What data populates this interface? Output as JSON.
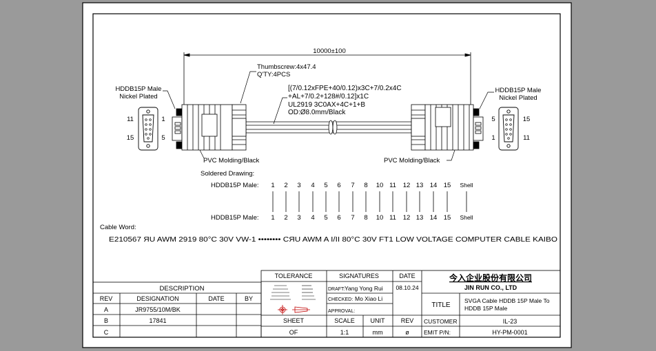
{
  "dimension": "10000±100",
  "thumbscrew": {
    "line1": "Thumbscrew:4x47.4",
    "line2": "Q'TY:4PCS"
  },
  "cable_spec": {
    "line1": "[(7/0.12xFPE+40/0.12)x3C+7/0.2x4C",
    "line2": "+AL+7/0.2+128#/0.12]x1C",
    "line3": "UL2919  3C0AX+4C+1+B",
    "line4": "OD:Ø8.0mm/Black"
  },
  "left_connector": {
    "title1": "HDDB15P Male",
    "title2": "Nickel Plated",
    "pin_tl": "11",
    "pin_tr": "1",
    "pin_bl": "15",
    "pin_br": "5"
  },
  "right_connector": {
    "title1": "HDDB15P Male",
    "title2": "Nickel Plated",
    "pin_tl": "5",
    "pin_tr": "15",
    "pin_bl": "1",
    "pin_br": "11"
  },
  "molding_left": "PVC Molding/Black",
  "molding_right": "PVC Molding/Black",
  "soldered_title": "Soldered Drawing:",
  "row_top_label": "HDDB15P Male:",
  "row_bottom_label": "HDDB15P Male:",
  "pins": [
    "1",
    "2",
    "3",
    "4",
    "5",
    "6",
    "7",
    "8",
    "10",
    "11",
    "12",
    "13",
    "14",
    "15",
    "Shell"
  ],
  "cable_word_label": "Cable Word:",
  "cable_word": "E210567 ЯU AWM 2919 80°C 30V VW-1 •••••••• CЯU AWM A I/II 80°C 30V FT1 LOW VOLTAGE COMPUTER CABLE KAIBO",
  "title_block": {
    "description": "DESCRIPTION",
    "headers": {
      "rev": "REV",
      "designation": "DESIGNATION",
      "date": "DATE",
      "by": "BY"
    },
    "rows": [
      {
        "rev": "A",
        "designation": "JR9755/10M/BK"
      },
      {
        "rev": "B",
        "designation": "17841"
      },
      {
        "rev": "C",
        "designation": ""
      }
    ],
    "tolerance": "TOLERANCE",
    "signatures": "SIGNATURES",
    "date_label": "DATE",
    "date_value": "08.10.24",
    "draft": "DRAFT:",
    "draft_name": "Yang Yong Rui",
    "checked": "CHECKED:",
    "checked_name": "Mo Xiao Li",
    "approval": "APPROVAL:",
    "sheet_label": "SHEET",
    "sheet_value": "OF",
    "scale_label": "SCALE",
    "scale_value": "1:1",
    "unit_label": "UNIT",
    "unit_value": "mm",
    "rev_label": "REV",
    "rev_value": "ø",
    "company_cn": "今入企业股份有限公司",
    "company_en": "JIN RUN CO., LTD",
    "title_label": "TITLE",
    "title_line1": "SVGA Cable HDDB 15P Male To",
    "title_line2": "HDDB 15P Male",
    "customer_label": "CUSTOMER",
    "customer_value": "IL-23",
    "emit_label": "EMIT P/N:",
    "emit_value": "HY-PM-0001"
  }
}
